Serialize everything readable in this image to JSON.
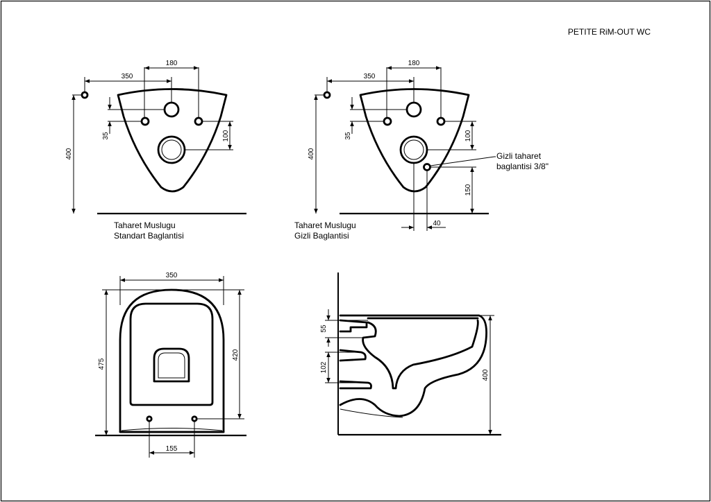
{
  "title": "PETITE RiM-OUT WC",
  "views": {
    "front_standard": {
      "caption_line1": "Taharet Muslugu",
      "caption_line2": "Standart Baglantisi",
      "dims": {
        "width_350": "350",
        "spacing_180": "180",
        "height_400": "400",
        "offset_35": "35",
        "offset_100": "100"
      }
    },
    "front_hidden": {
      "caption_line1": "Taharet Muslugu",
      "caption_line2": "Gizli Baglantisi",
      "callout_line1": "Gizli taharet",
      "callout_line2": "baglantisi 3/8\"",
      "dims": {
        "width_350": "350",
        "spacing_180": "180",
        "height_400": "400",
        "offset_35": "35",
        "offset_100": "100",
        "offset_150": "150",
        "offset_40": "40"
      }
    },
    "top": {
      "dims": {
        "width_350": "350",
        "length_475": "475",
        "length_420": "420",
        "spacing_155": "155"
      }
    },
    "side": {
      "dims": {
        "offset_55": "55",
        "offset_102": "102",
        "height_400": "400"
      }
    }
  }
}
